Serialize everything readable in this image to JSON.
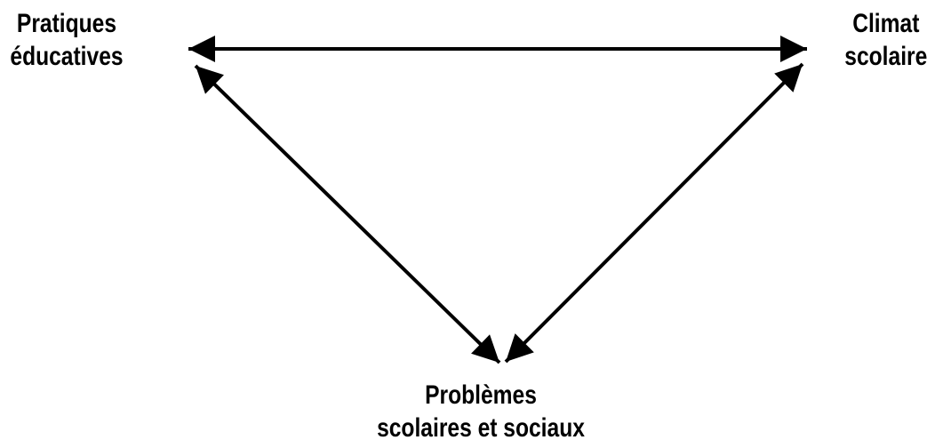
{
  "nodes": {
    "left": {
      "line1": "Pratiques",
      "line2": "éducatives"
    },
    "right": {
      "line1": "Climat",
      "line2": "scolaire"
    },
    "bottom": {
      "line1": "Problèmes",
      "line2": "scolaires et sociaux"
    }
  },
  "edges": [
    {
      "from": "left",
      "to": "right",
      "direction": "bidirectional"
    },
    {
      "from": "left",
      "to": "bottom",
      "direction": "bidirectional"
    },
    {
      "from": "right",
      "to": "bottom",
      "direction": "bidirectional"
    }
  ],
  "colors": {
    "text": "#000000",
    "arrow": "#000000",
    "background": "#ffffff"
  }
}
